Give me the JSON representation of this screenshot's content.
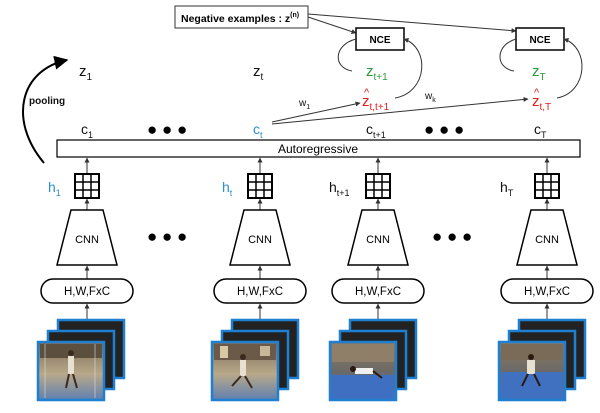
{
  "negative_box": {
    "label": "Negative examples : z",
    "sup": "(n)"
  },
  "nce_label": "NCE",
  "pooling_label": "pooling",
  "autoregressive_label": "Autoregressive",
  "cnn_label": "CNN",
  "input_label": "H,W,FxC",
  "ellipsis_glyph": "● ● ●",
  "z_top": [
    {
      "base": "z",
      "sub": "1"
    },
    {
      "base": "z",
      "sub": "t"
    }
  ],
  "z_targets": [
    {
      "base": "z",
      "sub": "t+1"
    },
    {
      "base": "z",
      "sub": "T"
    }
  ],
  "z_preds": [
    {
      "hat": "^",
      "base": "z",
      "sub": "t,t+1"
    },
    {
      "hat": "^",
      "base": "z",
      "sub": "t,T"
    }
  ],
  "w_labels": [
    {
      "base": "w",
      "sub": "1"
    },
    {
      "base": "w",
      "sub": "k"
    }
  ],
  "c_labels": [
    {
      "base": "c",
      "sub": "1"
    },
    {
      "base": "c",
      "sub": "t"
    },
    {
      "base": "c",
      "sub": "t+1"
    },
    {
      "base": "c",
      "sub": "T"
    }
  ],
  "h_labels": [
    {
      "base": "h",
      "sub": "1"
    },
    {
      "base": "h",
      "sub": "t"
    },
    {
      "base": "h",
      "sub": "t+1"
    },
    {
      "base": "h",
      "sub": "T"
    }
  ],
  "colors": {
    "blue": "#2a8fcc",
    "green": "#2e9a3a",
    "red": "#e02020",
    "frame": "#1f7fd0",
    "black": "#111111"
  }
}
